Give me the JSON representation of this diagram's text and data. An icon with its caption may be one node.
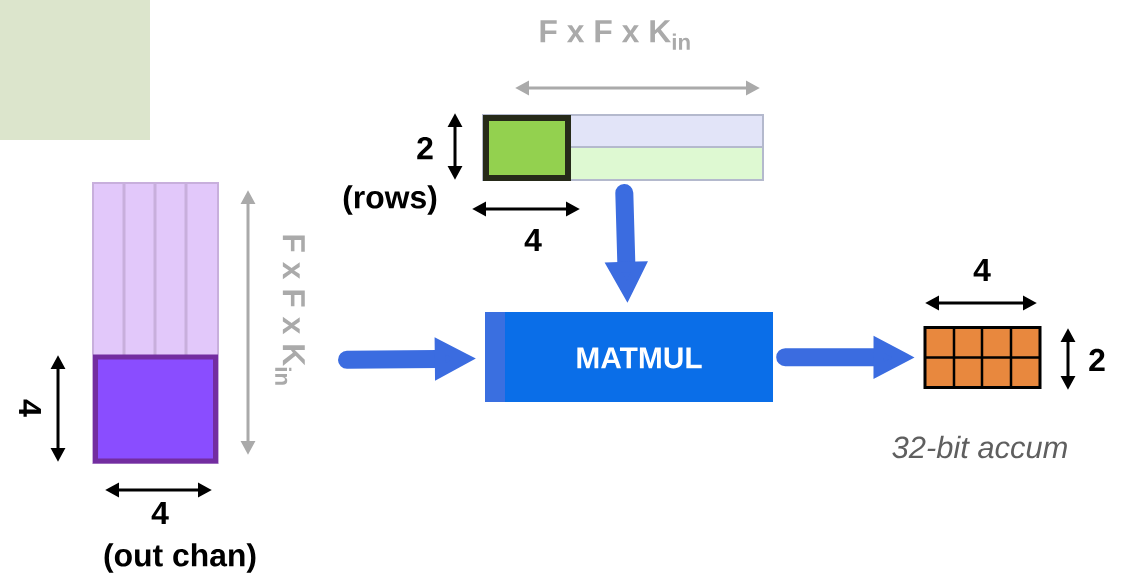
{
  "diagram": {
    "nodes": [
      {
        "text": [],
        "shape": "box"
      },
      {
        "text": [],
        "shape": "box"
      },
      {
        "text": [
          "MATMUL"
        ]
      },
      {
        "text": [],
        "shape": "box",
        "beside": [
          "32-bit accum"
        ]
      }
    ],
    "edges": [
      {
        "from": null,
        "to": 2,
        "arrow": "to"
      },
      {
        "from": 1,
        "to": 2,
        "arrow": "to"
      },
      {
        "from": 2,
        "to": 3,
        "arrow": "to"
      }
    ],
    "labels": [
      "F x F x K$_{in}$",
      "2",
      "(rows)",
      "4",
      "F x F x K$_{in}$",
      "4",
      "4",
      "2",
      "4",
      "(out chan)"
    ]
  }
}
